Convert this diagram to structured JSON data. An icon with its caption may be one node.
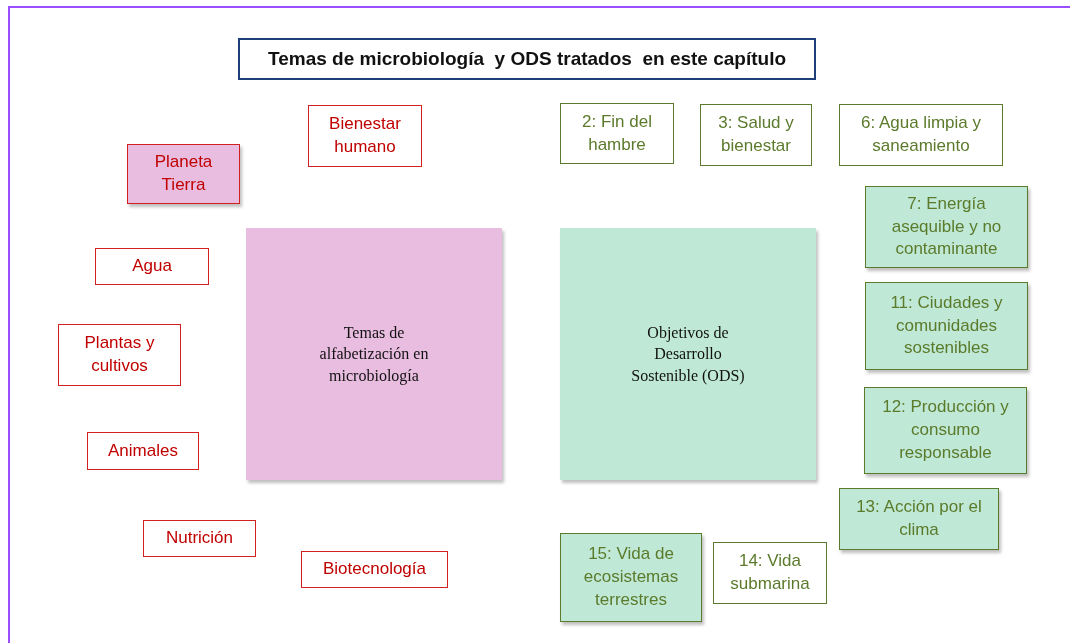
{
  "diagram": {
    "title": "Temas de microbiología  y ODS tratados  en este capítulo",
    "nodes": [
      {
        "text": [
          "Bienestar humano"
        ]
      },
      {
        "text": [
          "2: Fin del hambre"
        ]
      },
      {
        "text": [
          "3: Salud y bienestar"
        ]
      },
      {
        "text": [
          "6: Agua limpia y saneamiento"
        ]
      },
      {
        "text": [
          "Planeta Tierra"
        ]
      },
      {
        "text": [
          "7: Energía asequible y no contaminante"
        ]
      },
      {
        "text": [
          "Temas de alfabetización en microbiología"
        ]
      },
      {
        "text": [
          "Objetivos de Desarrollo Sostenible (ODS)"
        ]
      },
      {
        "text": [
          "Agua"
        ]
      },
      {
        "text": [
          "11: Ciudades y comunidades sostenibles"
        ]
      },
      {
        "text": [
          "Plantas y cultivos"
        ]
      },
      {
        "text": [
          "12: Producción y consumo responsable"
        ]
      },
      {
        "text": [
          "Animales"
        ]
      },
      {
        "text": [
          "13: Acción por el clima"
        ]
      },
      {
        "text": [
          "Nutrición"
        ]
      },
      {
        "text": [
          "Biotecnología"
        ]
      },
      {
        "text": [
          "15: Vida de ecosistemas terrestres"
        ]
      },
      {
        "text": [
          "14: Vida submarina"
        ]
      }
    ]
  }
}
